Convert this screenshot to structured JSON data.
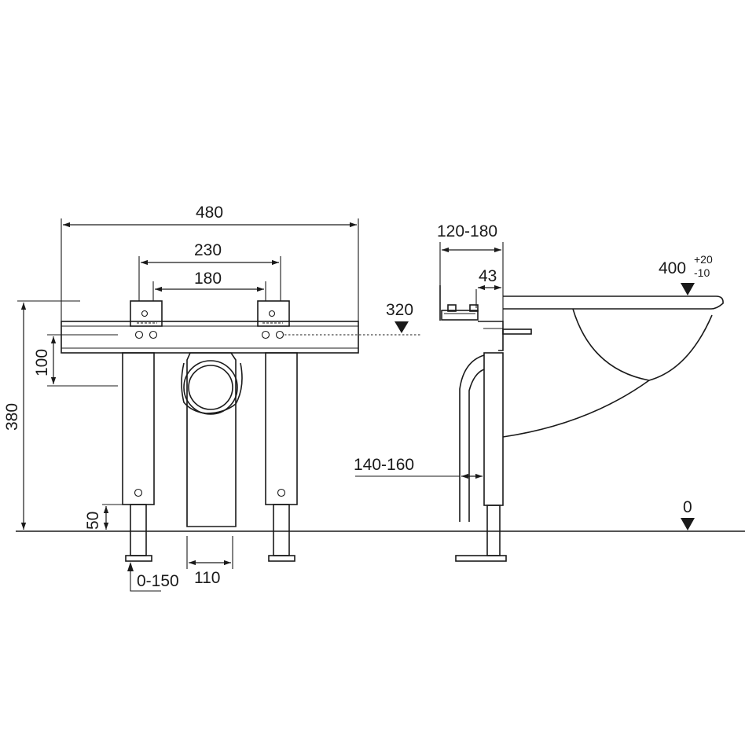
{
  "front_view": {
    "dim_total_width": "480",
    "dim_bracket_spacing_outer": "230",
    "dim_bracket_spacing_inner": "180",
    "dim_height_total": "380",
    "dim_hole_offset": "100",
    "dim_foot_height": "50",
    "dim_leg_adjust": "0-150",
    "dim_pipe_width": "110",
    "mark_level_320": "320"
  },
  "side_view": {
    "dim_wall_depth": "120-180",
    "dim_bracket_depth": "43",
    "dim_leg_depth": "140-160",
    "dim_rim_height": "400",
    "dim_rim_tol_plus": "+20",
    "dim_rim_tol_minus": "-10",
    "mark_floor_level": "0"
  },
  "colors": {
    "line": "#1a1a1a",
    "background": "#ffffff"
  }
}
